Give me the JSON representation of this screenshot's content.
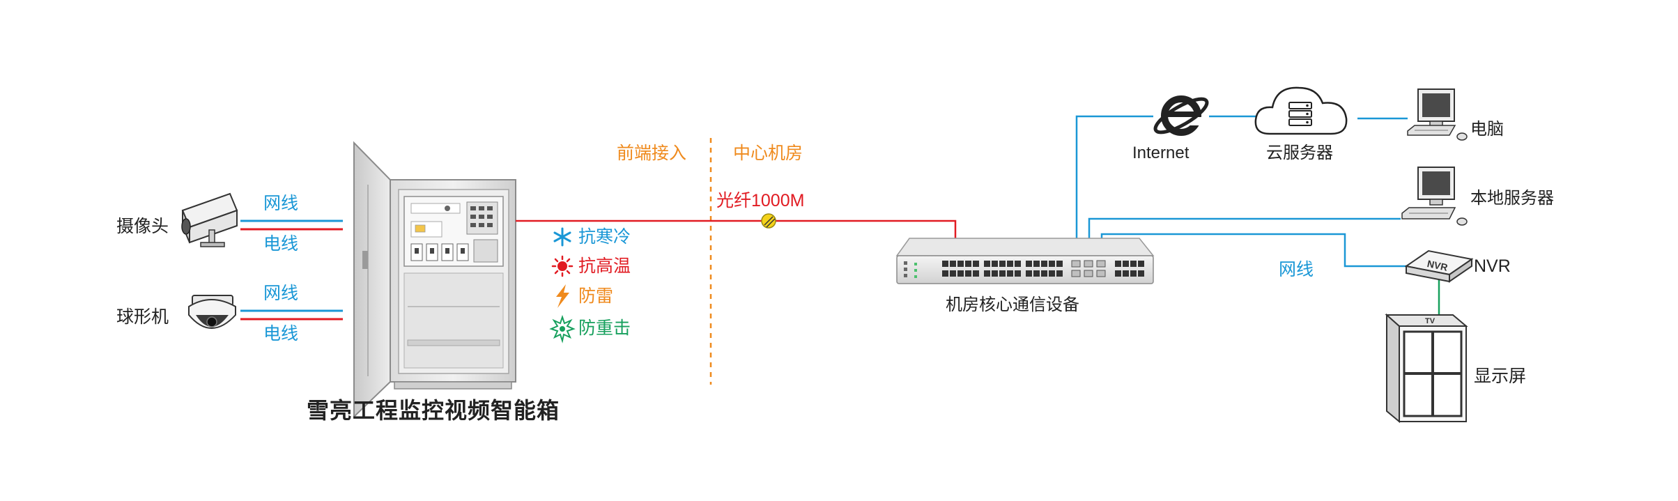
{
  "devices": {
    "camera": "摄像头",
    "dome": "球形机",
    "cabinet": "雪亮工程监控视频智能箱",
    "switch": "机房核心通信设备",
    "internet": "Internet",
    "cloud": "云服务器",
    "pc": "电脑",
    "local_server": "本地服务器",
    "nvr": "NVR",
    "display": "显示屏"
  },
  "links": {
    "camera_net": "网线",
    "camera_power": "电线",
    "dome_net": "网线",
    "dome_power": "电线",
    "fiber": "光纤1000M",
    "nvr_net": "网线"
  },
  "zones": {
    "front": "前端接入",
    "center": "中心机房"
  },
  "features": [
    {
      "label": "抗寒冷",
      "icon": "snowflake-icon",
      "color": "#1a97d6"
    },
    {
      "label": "抗高温",
      "icon": "sun-icon",
      "color": "#e11b22"
    },
    {
      "label": "防雷",
      "icon": "lightning-icon",
      "color": "#ef8a1d"
    },
    {
      "label": "防重击",
      "icon": "impact-icon",
      "color": "#17a05d"
    }
  ],
  "device_text": {
    "nvr_box": "NVR",
    "display_tag": "TV"
  },
  "colors": {
    "network": "#1a97d6",
    "power": "#e11b22",
    "fiber": "#e11b22",
    "divider": "#ef8a1d",
    "hdmi": "#17a05d"
  }
}
